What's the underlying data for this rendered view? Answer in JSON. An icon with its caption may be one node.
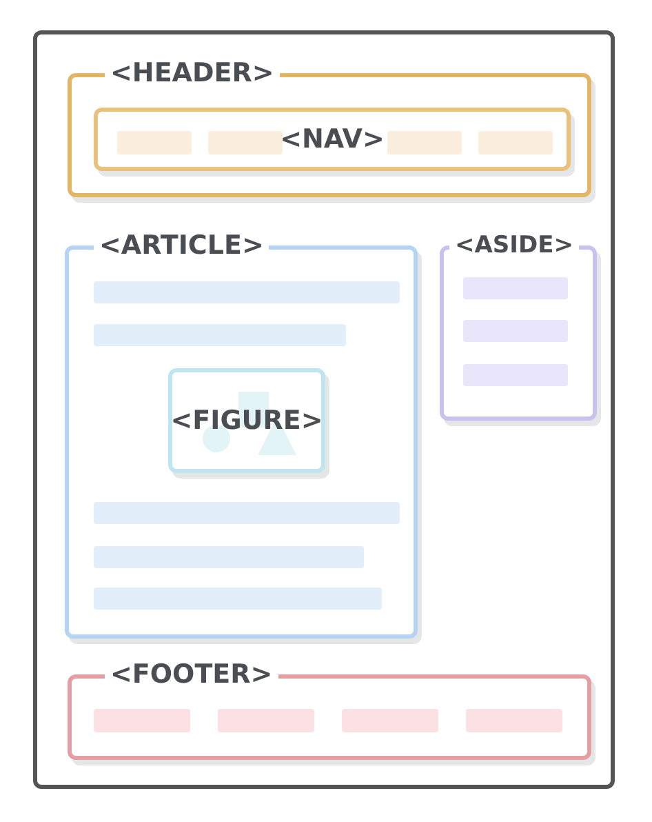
{
  "diagram": {
    "nodes": [
      {
        "text": [],
        "shape": "box"
      },
      {
        "text": [
          "<HEADER>"
        ],
        "in": 0
      },
      {
        "text": [
          "<NAV>"
        ],
        "in": 1
      },
      {
        "text": [
          "<ARTICLE>"
        ],
        "in": 0
      },
      {
        "text": [
          "<FIGURE>"
        ],
        "in": 3
      },
      {
        "text": [
          "<ASIDE>"
        ],
        "in": 0
      },
      {
        "text": [
          "<FOOTER>"
        ],
        "in": 0
      }
    ]
  }
}
